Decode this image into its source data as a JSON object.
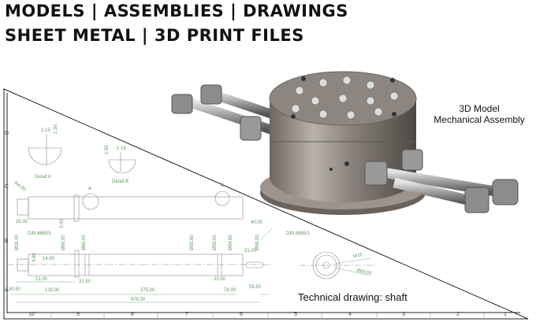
{
  "header": {
    "line1": "MODELS | ASSEMBLIES | DRAWINGS",
    "line2": "SHEET METAL | 3D PRINT FILES"
  },
  "model_caption": {
    "line1": "3D Model",
    "line2": "Mechanical Assembly"
  },
  "drawing_caption": "Technical drawing:  shaft",
  "drawing": {
    "detail_a": "Detail A",
    "detail_b": "Detail B",
    "mark_a": "A",
    "mark_b": "B",
    "dims": [
      "2.15",
      "1.30",
      "1.50",
      "2.15",
      "R4.00",
      "35.00",
      "3.00",
      "40.00",
      "Ø28.00",
      "DIN 6885/1",
      "Ø60.00",
      "Ø60.00",
      "Ø59.60",
      "Ø55.00",
      "Ø54.60",
      "Ø45.00",
      "4.80",
      "14.00",
      "31.00",
      "21.00",
      "31.50",
      "20.50",
      "30.50",
      "128.00",
      "375.00",
      "79.00",
      "55.50",
      "678.50",
      "DIN 6885/1",
      "M16",
      "Ø69.00"
    ]
  },
  "ruler": {
    "columns": [
      "10",
      "9",
      "8",
      "7",
      "6",
      "5",
      "4",
      "3",
      "2",
      "1"
    ],
    "rows": [
      "D",
      "C",
      "B",
      "A"
    ]
  }
}
